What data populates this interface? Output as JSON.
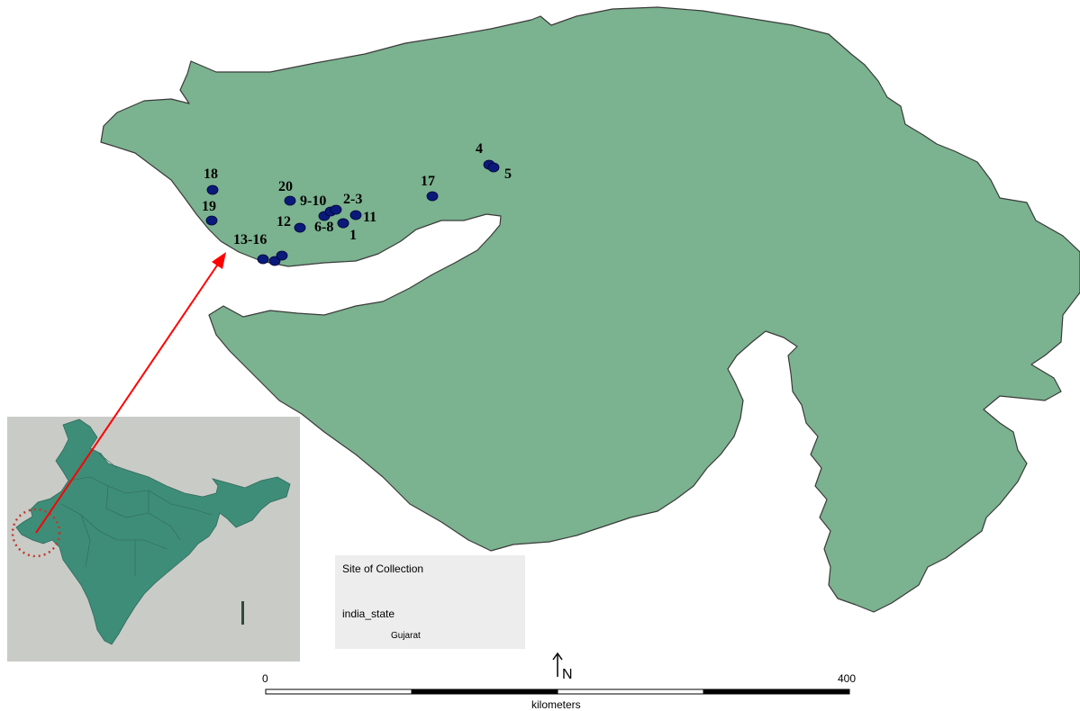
{
  "colors": {
    "land": "#7bb28f",
    "outline": "#3a3a3a",
    "site_marker": "#0a1a7a",
    "arrow": "#ff0000",
    "inset_background": "#c9cbc7",
    "inset_land": "#3e8d78",
    "legend_background": "#ededed"
  },
  "sites": [
    {
      "label": "4",
      "marker": "dot"
    },
    {
      "label": "5",
      "marker": "dot"
    },
    {
      "label": "18",
      "marker": "dot"
    },
    {
      "label": "20",
      "marker": "dot"
    },
    {
      "label": "17",
      "marker": "dot"
    },
    {
      "label": "9-10",
      "marker": "dot"
    },
    {
      "label": "2-3",
      "marker": "dot"
    },
    {
      "label": "19",
      "marker": "dot"
    },
    {
      "label": "11",
      "marker": "dot"
    },
    {
      "label": "12",
      "marker": "dot"
    },
    {
      "label": "6-8",
      "marker": "dot"
    },
    {
      "label": "1",
      "marker": "dot"
    },
    {
      "label": "13-16",
      "marker": "dot"
    }
  ],
  "legend": {
    "site_title": "Site of Collection",
    "layer_title": "india_state",
    "layer_entry": "Gujarat"
  },
  "scale_bar": {
    "start": "0",
    "end": "400",
    "unit": "kilometers"
  },
  "north": {
    "label": "N"
  },
  "inset": {
    "region": "India",
    "highlight": "Gujarat"
  }
}
